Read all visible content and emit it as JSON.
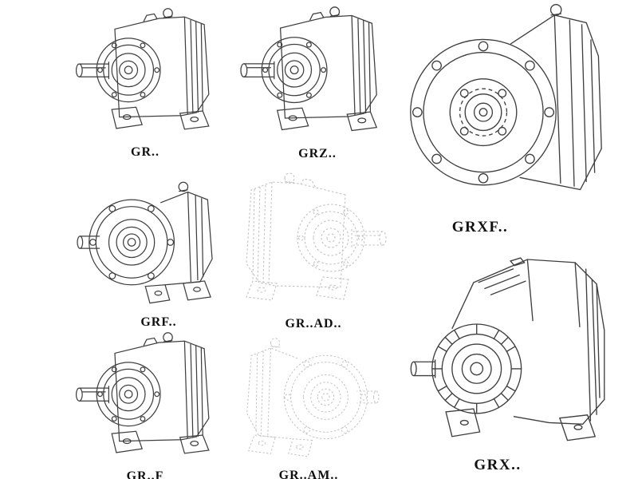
{
  "page": {
    "background": "#ffffff",
    "line_color": "#3f3f3f",
    "ghost_line_color": "#c2c2c2",
    "label_color": "#101010"
  },
  "items": [
    {
      "id": "gr",
      "label": "GR..",
      "style": "solid"
    },
    {
      "id": "grz",
      "label": "GRZ..",
      "style": "solid"
    },
    {
      "id": "grxf",
      "label": "GRXF..",
      "style": "solid"
    },
    {
      "id": "grf",
      "label": "GRF..",
      "style": "solid"
    },
    {
      "id": "grad",
      "label": "GR..AD..",
      "style": "ghost-dotted"
    },
    {
      "id": "grff",
      "label": "GR..F",
      "style": "solid"
    },
    {
      "id": "gram",
      "label": "GR..AM..",
      "style": "ghost-dotted"
    },
    {
      "id": "grx",
      "label": "GRX..",
      "style": "solid"
    }
  ]
}
